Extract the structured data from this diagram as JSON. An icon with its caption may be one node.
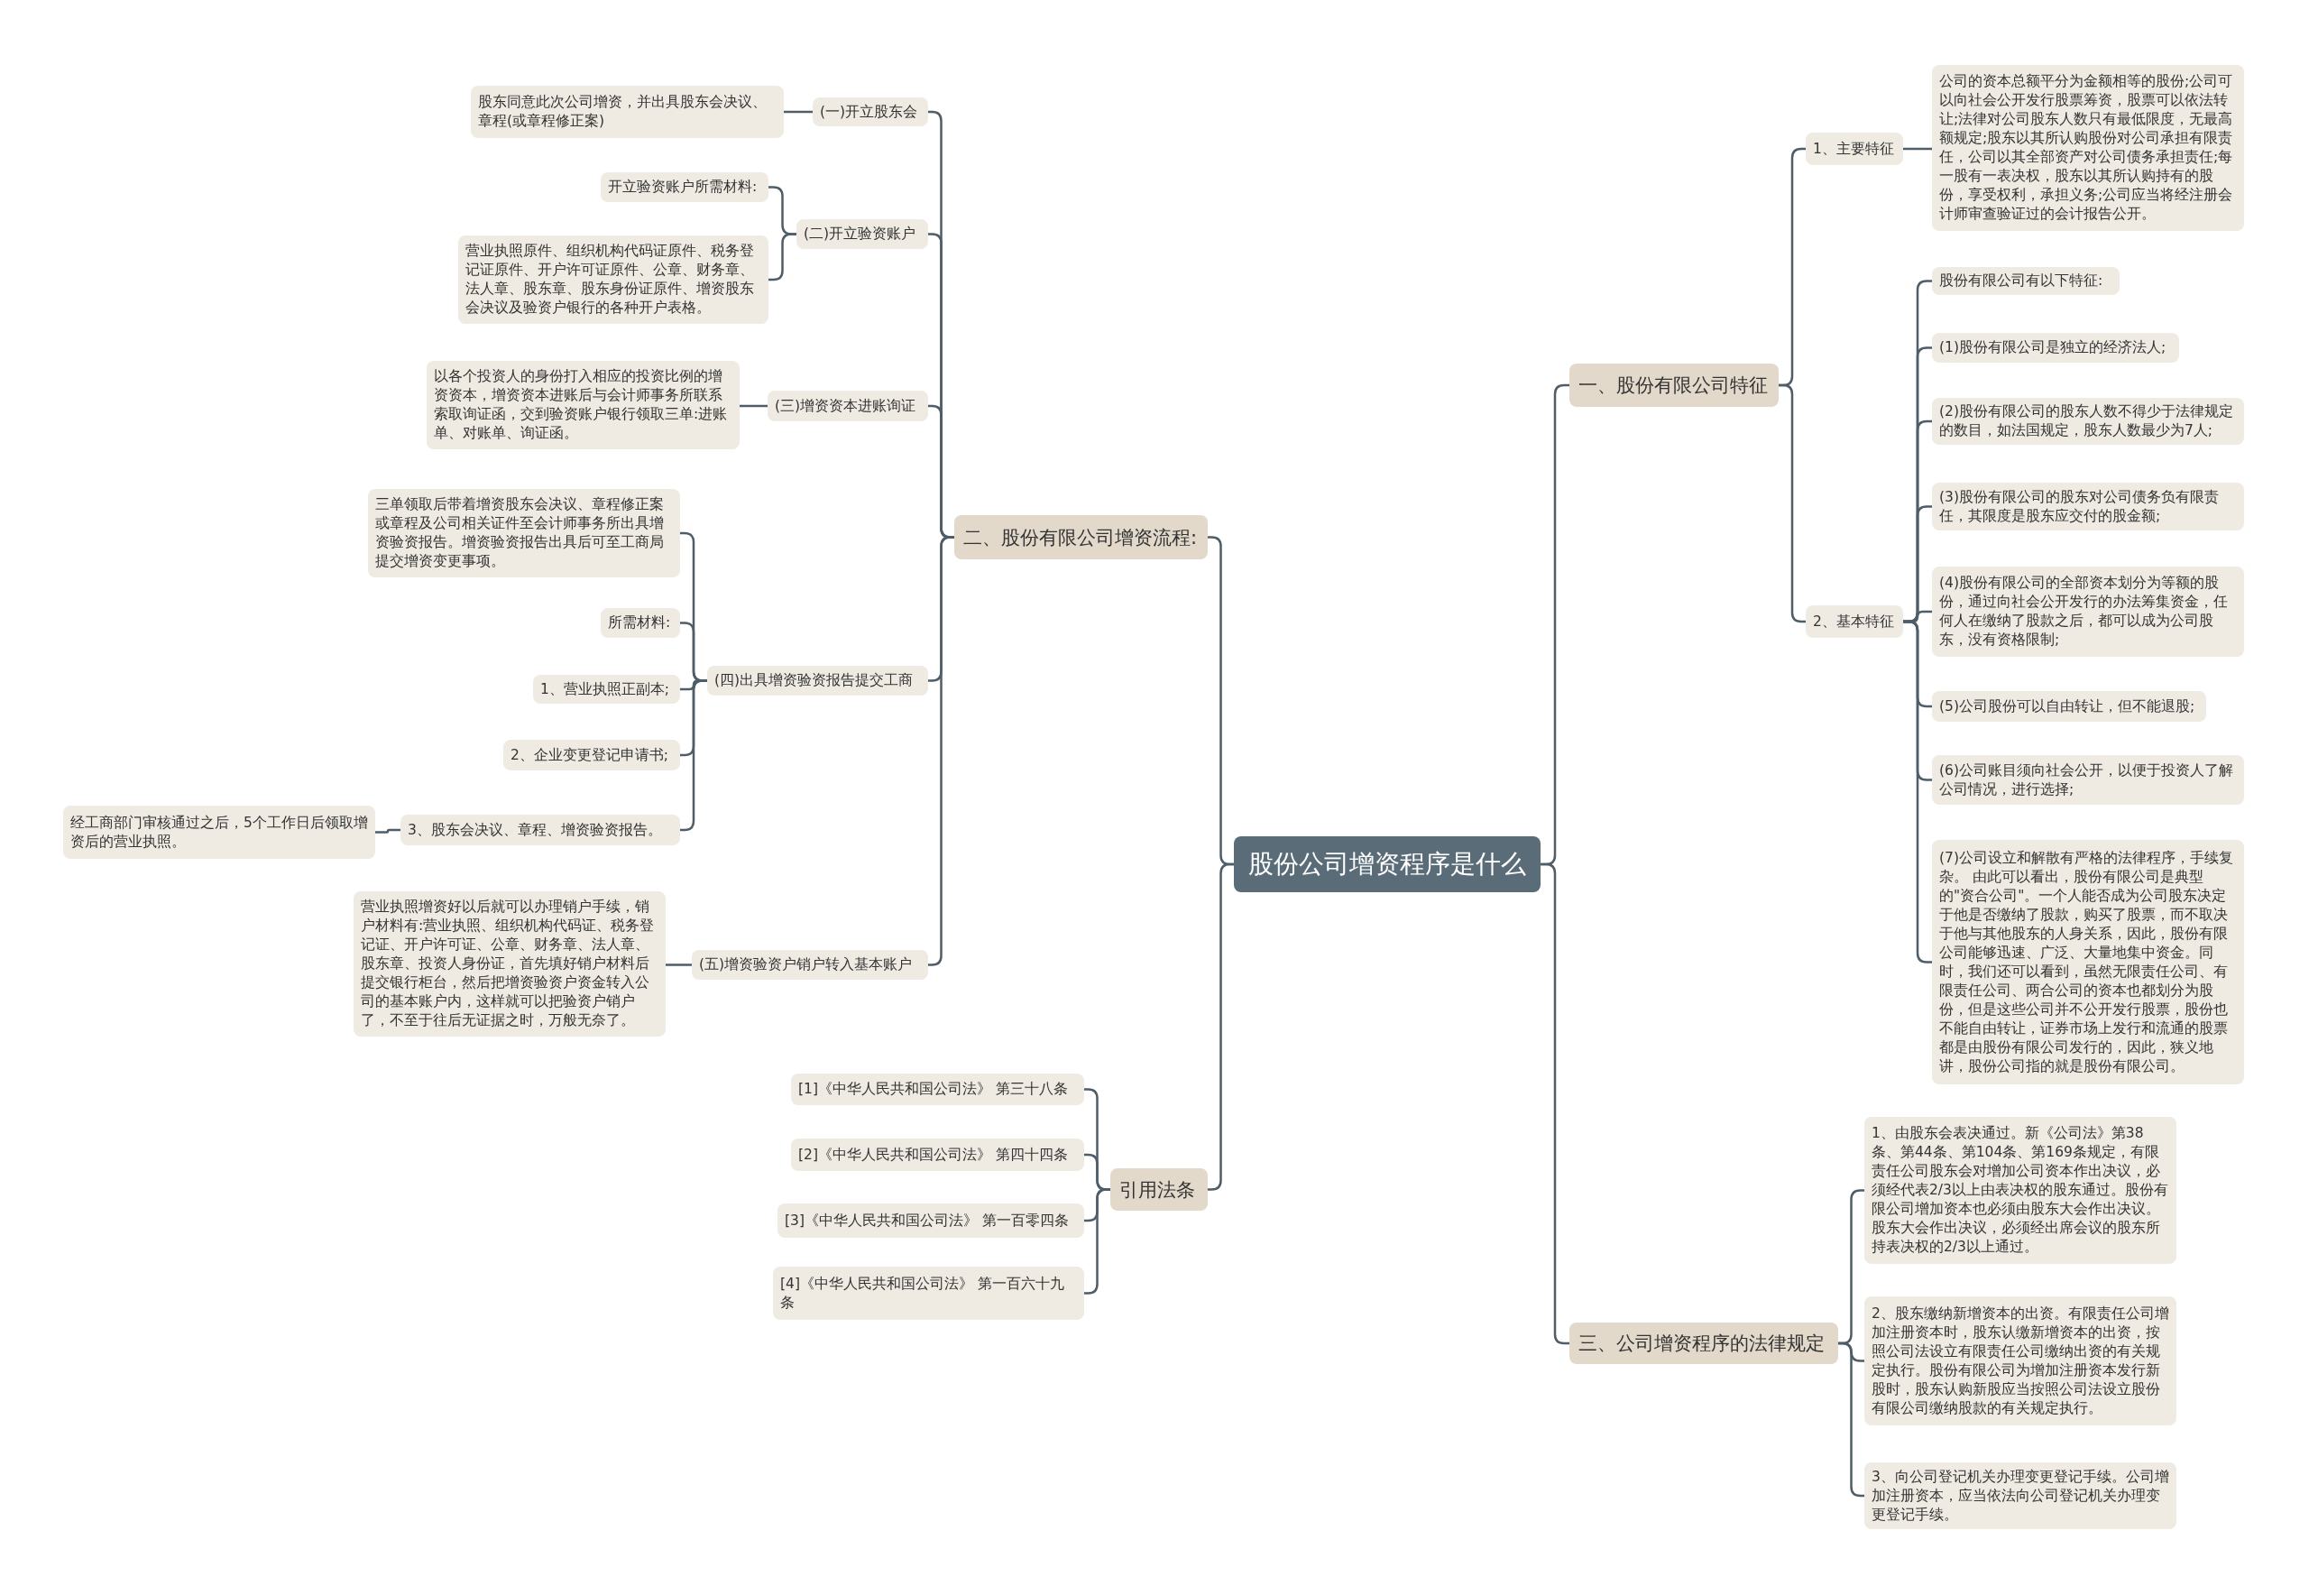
{
  "diagram": {
    "nodes": [
      {
        "text": [
          "股份公司增资程序是什么"
        ]
      },
      {
        "text": [
          "一、股份有限公司特征"
        ]
      },
      {
        "text": [
          "1、主要特征"
        ]
      },
      {
        "text": [
          "公司的资本总额平分为金额相等的股份;公司可以向社会公开发行股票筹资，股票可以依法转让;法律对公司股东人数只有最低限度，无最高额规定;股东以其所认购股份对公司承担有限责任，公司以其全部资产对公司债务承担责任;每一股有一表决权，股东以其所认购持有的股份，享受权利，承担义务;公司应当将经注册会计师审查验证过的会计报告公开。"
        ]
      },
      {
        "text": [
          "2、基本特征"
        ]
      },
      {
        "text": [
          "股份有限公司有以下特征:"
        ]
      },
      {
        "text": [
          "(1)股份有限公司是独立的经济法人;"
        ]
      },
      {
        "text": [
          "(2)股份有限公司的股东人数不得少于法律规定的数目，如法国规定，股东人数最少为7人;"
        ]
      },
      {
        "text": [
          "(3)股份有限公司的股东对公司债务负有限责任，其限度是股东应交付的股金额;"
        ]
      },
      {
        "text": [
          "(4)股份有限公司的全部资本划分为等额的股份，通过向社会公开发行的办法筹集资金，任何人在缴纳了股款之后，都可以成为公司股东，没有资格限制;"
        ]
      },
      {
        "text": [
          "(5)公司股份可以自由转让，但不能退股;"
        ]
      },
      {
        "text": [
          "(6)公司账目须向社会公开，以便于投资人了解公司情况，进行选择;"
        ]
      },
      {
        "text": [
          "(7)公司设立和解散有严格的法律程序，手续复杂。 由此可以看出，股份有限公司是典型的\"资合公司\"。一个人能否成为公司股东决定于他是否缴纳了股款，购买了股票，而不取决于他与其他股东的人身关系，因此，股份有限公司能够迅速、广泛、大量地集中资金。同时，我们还可以看到，虽然无限责任公司、有限责任公司、两合公司的资本也都划分为股份，但是这些公司并不公开发行股票，股份也不能自由转让，证券市场上发行和流通的股票都是由股份有限公司发行的，因此，狭义地讲，股份公司指的就是股份有限公司。"
        ]
      },
      {
        "text": [
          "三、公司增资程序的法律规定"
        ]
      },
      {
        "text": [
          "1、由股东会表决通过。新《公司法》第38条、第44条、第104条、第169条规定，有限责任公司股东会对增加公司资本作出决议，必须经代表2/3以上由表决权的股东通过。股份有限公司增加资本也必须由股东大会作出决议。股东大会作出决议，必须经出席会议的股东所持表决权的2/3以上通过。"
        ]
      },
      {
        "text": [
          "2、股东缴纳新增资本的出资。有限责任公司增加注册资本时，股东认缴新增资本的出资，按照公司法设立有限责任公司缴纳出资的有关规定执行。股份有限公司为增加注册资本发行新股时，股东认购新股应当按照公司法设立股份有限公司缴纳股款的有关规定执行。"
        ]
      },
      {
        "text": [
          "3、向公司登记机关办理变更登记手续。公司增加注册资本，应当依法向公司登记机关办理变更登记手续。"
        ]
      },
      {
        "text": [
          "二、股份有限公司增资流程:"
        ]
      },
      {
        "text": [
          "(一)开立股东会"
        ]
      },
      {
        "text": [
          "股东同意此次公司增资，并出具股东会决议、章程(或章程修正案)"
        ]
      },
      {
        "text": [
          "(二)开立验资账户"
        ]
      },
      {
        "text": [
          "开立验资账户所需材料:"
        ]
      },
      {
        "text": [
          "营业执照原件、组织机构代码证原件、税务登记证原件、开户许可证原件、公章、财务章、法人章、股东章、股东身份证原件、增资股东会决议及验资户银行的各种开户表格。"
        ]
      },
      {
        "text": [
          "(三)增资资本进账询证"
        ]
      },
      {
        "text": [
          "以各个投资人的身份打入相应的投资比例的增资资本，增资资本进账后与会计师事务所联系索取询证函，交到验资账户银行领取三单:进账单、对账单、询证函。"
        ]
      },
      {
        "text": [
          "(四)出具增资验资报告提交工商"
        ]
      },
      {
        "text": [
          "三单领取后带着增资股东会决议、章程修正案或章程及公司相关证件至会计师事务所出具增资验资报告。增资验资报告出具后可至工商局提交增资变更事项。"
        ]
      },
      {
        "text": [
          "所需材料:"
        ]
      },
      {
        "text": [
          "1、营业执照正副本;"
        ]
      },
      {
        "text": [
          "2、企业变更登记申请书;"
        ]
      },
      {
        "text": [
          "3、股东会决议、章程、增资验资报告。"
        ]
      },
      {
        "text": [
          "经工商部门审核通过之后，5个工作日后领取增资后的营业执照。"
        ]
      },
      {
        "text": [
          "(五)增资验资户销户转入基本账户"
        ]
      },
      {
        "text": [
          "营业执照增资好以后就可以办理销户手续，销户材料有:营业执照、组织机构代码证、税务登记证、开户许可证、公章、财务章、法人章、股东章、投资人身份证，首先填好销户材料后提交银行柜台，然后把增资验资户资金转入公司的基本账户内，这样就可以把验资户销户了，不至于往后无证据之时，万般无奈了。"
        ]
      },
      {
        "text": [
          "引用法条"
        ]
      },
      {
        "text": [
          "[1]《中华人民共和国公司法》 第三十八条"
        ]
      },
      {
        "text": [
          "[2]《中华人民共和国公司法》 第四十四条"
        ]
      },
      {
        "text": [
          "[3]《中华人民共和国公司法》 第一百零四条"
        ]
      },
      {
        "text": [
          "[4]《中华人民共和国公司法》 第一百六十九条"
        ]
      }
    ],
    "edges": [
      {
        "from": 0,
        "to": 1,
        "arrow": "none"
      },
      {
        "from": 1,
        "to": 2,
        "arrow": "none"
      },
      {
        "from": 2,
        "to": 3,
        "arrow": "none"
      },
      {
        "from": 1,
        "to": 4,
        "arrow": "none"
      },
      {
        "from": 4,
        "to": 5,
        "arrow": "none"
      },
      {
        "from": 4,
        "to": 6,
        "arrow": "none"
      },
      {
        "from": 4,
        "to": 7,
        "arrow": "none"
      },
      {
        "from": 4,
        "to": 8,
        "arrow": "none"
      },
      {
        "from": 4,
        "to": 9,
        "arrow": "none"
      },
      {
        "from": 4,
        "to": 10,
        "arrow": "none"
      },
      {
        "from": 4,
        "to": 11,
        "arrow": "none"
      },
      {
        "from": 4,
        "to": 12,
        "arrow": "none"
      },
      {
        "from": 0,
        "to": 13,
        "arrow": "none"
      },
      {
        "from": 13,
        "to": 14,
        "arrow": "none"
      },
      {
        "from": 13,
        "to": 15,
        "arrow": "none"
      },
      {
        "from": 13,
        "to": 16,
        "arrow": "none"
      },
      {
        "from": 0,
        "to": 17,
        "arrow": "none"
      },
      {
        "from": 17,
        "to": 18,
        "arrow": "none"
      },
      {
        "from": 18,
        "to": 19,
        "arrow": "none"
      },
      {
        "from": 17,
        "to": 20,
        "arrow": "none"
      },
      {
        "from": 20,
        "to": 21,
        "arrow": "none"
      },
      {
        "from": 20,
        "to": 22,
        "arrow": "none"
      },
      {
        "from": 17,
        "to": 23,
        "arrow": "none"
      },
      {
        "from": 23,
        "to": 24,
        "arrow": "none"
      },
      {
        "from": 17,
        "to": 25,
        "arrow": "none"
      },
      {
        "from": 25,
        "to": 26,
        "arrow": "none"
      },
      {
        "from": 25,
        "to": 27,
        "arrow": "none"
      },
      {
        "from": 25,
        "to": 28,
        "arrow": "none"
      },
      {
        "from": 25,
        "to": 29,
        "arrow": "none"
      },
      {
        "from": 25,
        "to": 30,
        "arrow": "none"
      },
      {
        "from": 30,
        "to": 31,
        "arrow": "none"
      },
      {
        "from": 17,
        "to": 32,
        "arrow": "none"
      },
      {
        "from": 32,
        "to": 33,
        "arrow": "none"
      },
      {
        "from": 0,
        "to": 34,
        "arrow": "none"
      },
      {
        "from": 34,
        "to": 35,
        "arrow": "none"
      },
      {
        "from": 34,
        "to": 36,
        "arrow": "none"
      },
      {
        "from": 34,
        "to": 37,
        "arrow": "none"
      },
      {
        "from": 34,
        "to": 38,
        "arrow": "none"
      }
    ]
  }
}
